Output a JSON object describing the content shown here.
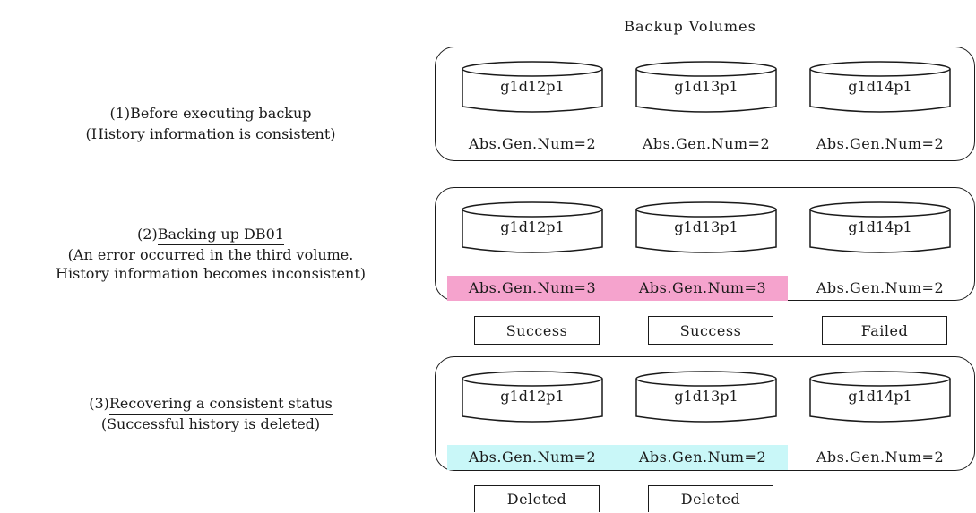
{
  "title": "Backup Volumes",
  "steps": [
    {
      "heading_num": "(1)",
      "heading": "Before executing backup",
      "sub": [
        "(History information is consistent)"
      ]
    },
    {
      "heading_num": "(2)",
      "heading": "Backing up DB01",
      "sub": [
        "(An error occurred in the third volume.",
        "History information becomes inconsistent)"
      ]
    },
    {
      "heading_num": "(3)",
      "heading": "Recovering a consistent status",
      "sub": [
        "(Successful history is deleted)"
      ]
    }
  ],
  "groups": [
    {
      "volumes": [
        "g1d12p1",
        "g1d13p1",
        "g1d14p1"
      ],
      "gens": [
        "Abs.Gen.Num=2",
        "Abs.Gen.Num=2",
        "Abs.Gen.Num=2"
      ],
      "highlight": [
        "none",
        "none",
        "none"
      ]
    },
    {
      "volumes": [
        "g1d12p1",
        "g1d13p1",
        "g1d14p1"
      ],
      "gens": [
        "Abs.Gen.Num=3",
        "Abs.Gen.Num=3",
        "Abs.Gen.Num=2"
      ],
      "highlight": [
        "#f5a3cd",
        "#f5a3cd",
        "none"
      ],
      "results": [
        "Success",
        "Success",
        "Failed"
      ]
    },
    {
      "volumes": [
        "g1d12p1",
        "g1d13p1",
        "g1d14p1"
      ],
      "gens": [
        "Abs.Gen.Num=2",
        "Abs.Gen.Num=2",
        "Abs.Gen.Num=2"
      ],
      "highlight": [
        "#c9f7f8",
        "#c9f7f8",
        "none"
      ],
      "results": [
        "Deleted",
        "Deleted"
      ]
    }
  ]
}
